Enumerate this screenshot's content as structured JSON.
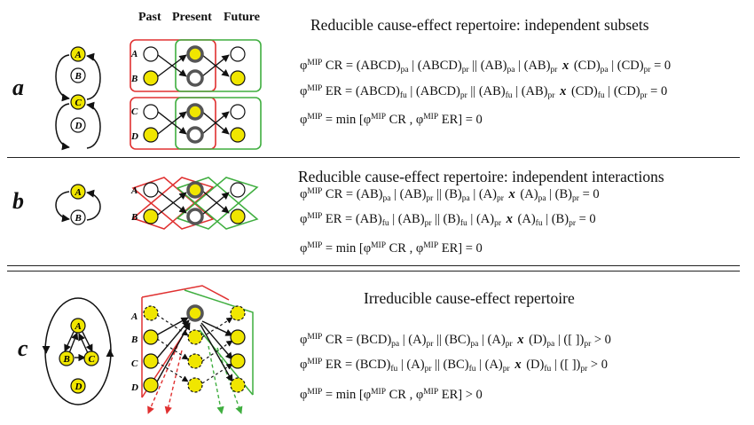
{
  "headers": {
    "past": "Past",
    "present": "Present",
    "future": "Future"
  },
  "panels": [
    {
      "letter": "a",
      "title": "Reducible cause-effect repertoire: independent subsets",
      "nodes": [
        "A",
        "B",
        "C",
        "D"
      ],
      "eq_cr": {
        "lhs": "φ",
        "lhs_sup": "MIP",
        "lhs_rest": " CR = ",
        "t1": "(ABCD)",
        "t1s": "pa",
        "t2": " | (ABCD)",
        "t2s": "pr",
        "t3": " || (AB)",
        "t3s": "pa",
        "t4": " | (AB)",
        "t4s": "pr",
        "x": "x",
        "t5": " (CD)",
        "t5s": "pa",
        "t6": " | (CD)",
        "t6s": "pr",
        "end": " = 0"
      },
      "eq_er": {
        "lhs": "φ",
        "lhs_sup": "MIP",
        "lhs_rest": " ER = ",
        "t1": "(ABCD)",
        "t1s": "fu",
        "t2": " | (ABCD)",
        "t2s": "pr",
        "t3": " || (AB)",
        "t3s": "fu",
        "t4": " | (AB)",
        "t4s": "pr",
        "x": "x",
        "t5": " (CD)",
        "t5s": "fu",
        "t6": " | (CD)",
        "t6s": "pr",
        "end": " = 0"
      },
      "eq_min": {
        "a": "φ",
        "a_sup": "MIP",
        "b": " = min [φ",
        "b_sup": "MIP",
        "c": " CR , φ",
        "c_sup": "MIP",
        "d": " ER] = 0"
      }
    },
    {
      "letter": "b",
      "title": "Reducible cause-effect repertoire: independent interactions",
      "nodes": [
        "A",
        "B"
      ],
      "eq_cr": {
        "lhs": "φ",
        "lhs_sup": "MIP",
        "lhs_rest": " CR = ",
        "t1": "(AB)",
        "t1s": "pa",
        "t2": " | (AB)",
        "t2s": "pr",
        "t3": " || (B)",
        "t3s": "pa",
        "t4": " | (A)",
        "t4s": "pr",
        "x": "x",
        "t5": " (A)",
        "t5s": "pa",
        "t6": " | (B)",
        "t6s": "pr",
        "end": " = 0"
      },
      "eq_er": {
        "lhs": "φ",
        "lhs_sup": "MIP",
        "lhs_rest": " ER = ",
        "t1": "(AB)",
        "t1s": "fu",
        "t2": " | (AB)",
        "t2s": "pr",
        "t3": " || (B)",
        "t3s": "fu",
        "t4": " | (A)",
        "t4s": "pr",
        "x": "x",
        "t5": " (A)",
        "t5s": "fu",
        "t6": " | (B)",
        "t6s": "pr",
        "end": " = 0"
      },
      "eq_min": {
        "a": "φ",
        "a_sup": "MIP",
        "b": " = min [φ",
        "b_sup": "MIP",
        "c": " CR , φ",
        "c_sup": "MIP",
        "d": " ER] = 0"
      }
    },
    {
      "letter": "c",
      "title": "Irreducible cause-effect repertoire",
      "nodes": [
        "A",
        "B",
        "C",
        "D"
      ],
      "eq_cr": {
        "lhs": "φ",
        "lhs_sup": "MIP",
        "lhs_rest": " CR = ",
        "t1": "(BCD)",
        "t1s": "pa",
        "t2": " | (A)",
        "t2s": "pr",
        "t3": " || (BC)",
        "t3s": "pa",
        "t4": " | (A)",
        "t4s": "pr",
        "x": "x",
        "t5": " (D)",
        "t5s": "pa",
        "t6": " | ([ ])",
        "t6s": "pr",
        "end": " > 0"
      },
      "eq_er": {
        "lhs": "φ",
        "lhs_sup": "MIP",
        "lhs_rest": " ER = ",
        "t1": "(BCD)",
        "t1s": "fu",
        "t2": " | (A)",
        "t2s": "pr",
        "t3": " || (BC)",
        "t3s": "fu",
        "t4": " | (A)",
        "t4s": "pr",
        "x": "x",
        "t5": " (D)",
        "t5s": "fu",
        "t6": " | ([ ])",
        "t6s": "pr",
        "end": " > 0"
      },
      "eq_min": {
        "a": "φ",
        "a_sup": "MIP",
        "b": " = min [φ",
        "b_sup": "MIP",
        "c": " CR , φ",
        "c_sup": "MIP",
        "d": " ER] > 0"
      }
    }
  ],
  "colors": {
    "node_on": "#f0e600",
    "red": "#e03030",
    "green": "#3fae3f",
    "present_ring": "#555555"
  }
}
